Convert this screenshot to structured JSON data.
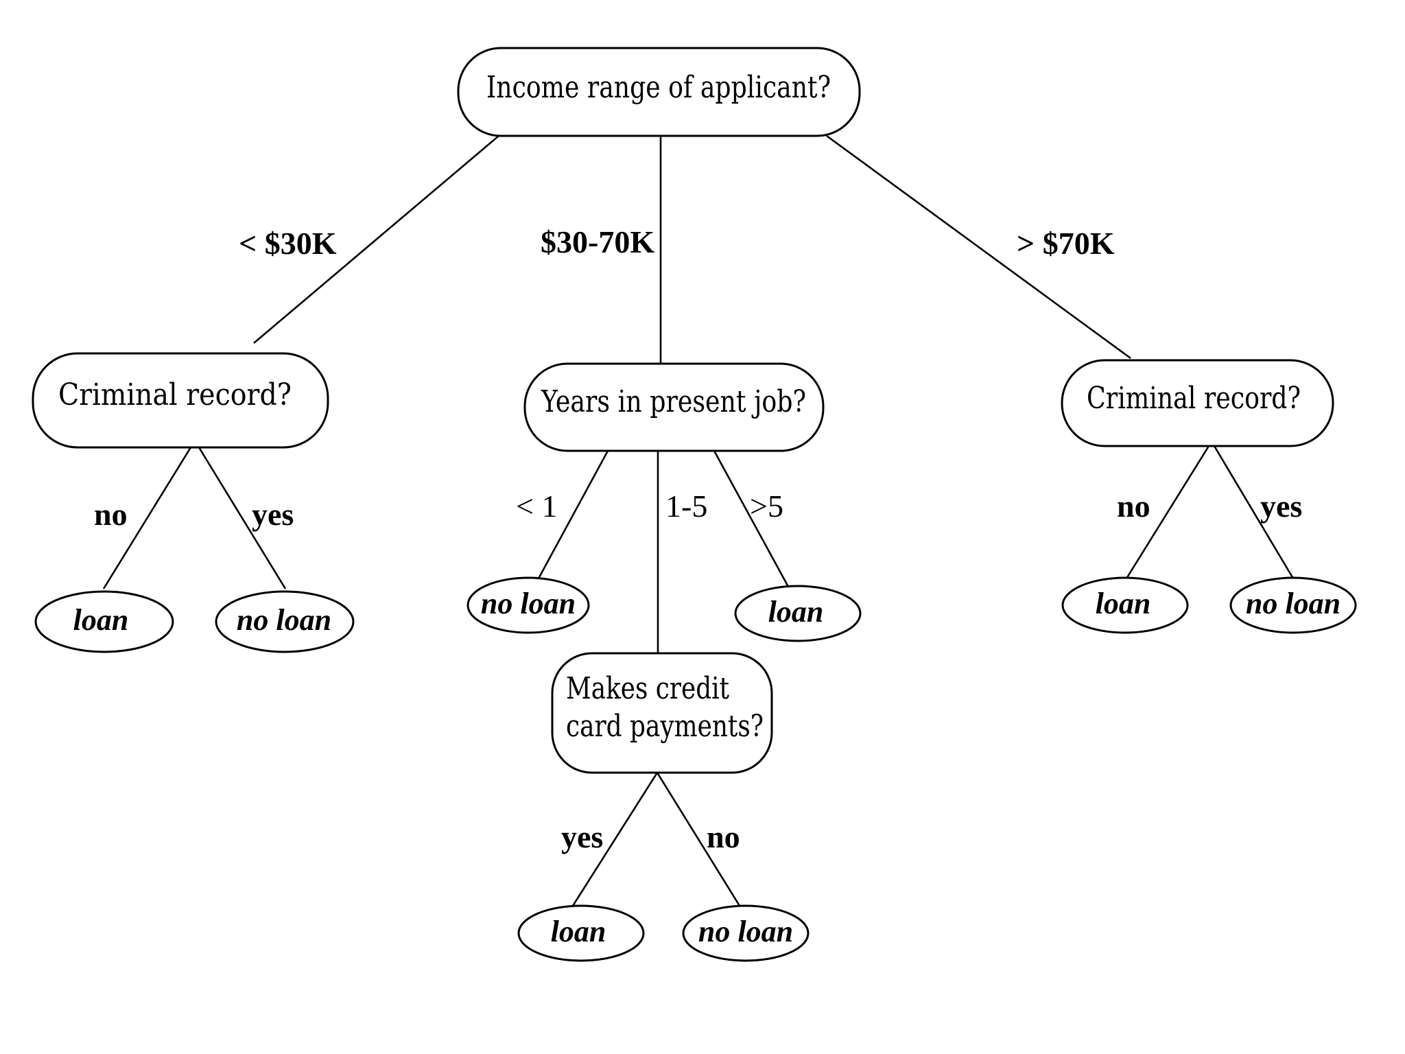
{
  "root": {
    "question": "Income range of applicant?"
  },
  "branches": {
    "low": {
      "label": "< $30K",
      "node": "Criminal record?",
      "no_label": "no",
      "yes_label": "yes",
      "no_outcome": "loan",
      "yes_outcome": "no loan"
    },
    "mid": {
      "label": "$30-70K",
      "node": "Years in present job?",
      "lt1_label": "< 1",
      "range_label": "1-5",
      "gt5_label": ">5",
      "lt1_outcome": "no loan",
      "gt5_outcome": "loan",
      "sub": {
        "node_line1": "Makes credit",
        "node_line2": "card payments?",
        "yes_label": "yes",
        "no_label": "no",
        "yes_outcome": "loan",
        "no_outcome": "no loan"
      }
    },
    "high": {
      "label": "> $70K",
      "node": "Criminal record?",
      "no_label": "no",
      "yes_label": "yes",
      "no_outcome": "loan",
      "yes_outcome": "no loan"
    }
  }
}
